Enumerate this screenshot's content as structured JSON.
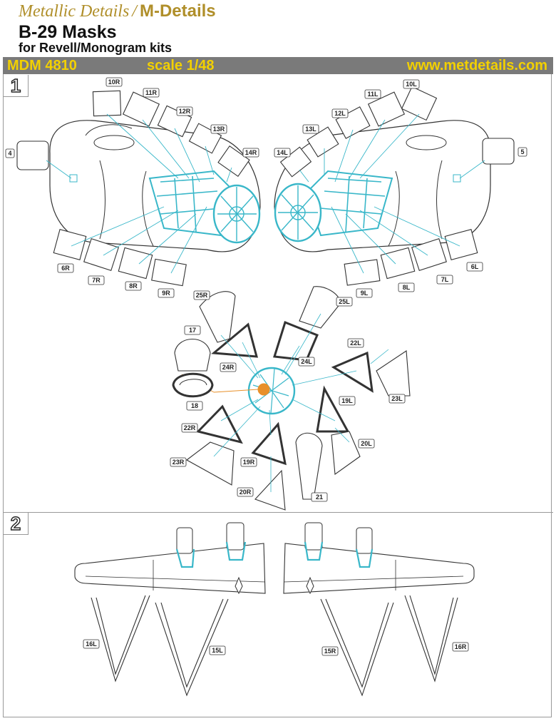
{
  "header": {
    "brand_script": "Metallic Details",
    "brand_separator": "/",
    "brand_short": "M-Details",
    "title": "B-29 Masks",
    "subtitle": "for Revell/Monogram kits"
  },
  "info_band": {
    "code": "MDM 4810",
    "scale": "scale 1/48",
    "website": "www.metdetails.com"
  },
  "sections": [
    {
      "number": "1"
    },
    {
      "number": "2"
    }
  ],
  "part_labels": {
    "p10R": "10R",
    "p11R": "11R",
    "p12R": "12R",
    "p13R": "13R",
    "p14R": "14R",
    "p10L": "10L",
    "p11L": "11L",
    "p12L": "12L",
    "p13L": "13L",
    "p14L": "14L",
    "p4": "4",
    "p5": "5",
    "p6R": "6R",
    "p7R": "7R",
    "p8R": "8R",
    "p9R": "9R",
    "p6L": "6L",
    "p7L": "7L",
    "p8L": "8L",
    "p9L": "9L",
    "p25R": "25R",
    "p24R": "24R",
    "p25L": "25L",
    "p24L": "24L",
    "p17": "17",
    "p18": "18",
    "p22L": "22L",
    "p23L": "23L",
    "p22R": "22R",
    "p23R": "23R",
    "p19L": "19L",
    "p20L": "20L",
    "p19R": "19R",
    "p20R": "20R",
    "p21": "21",
    "p16L": "16L",
    "p15L": "15L",
    "p15R": "15R",
    "p16R": "16R"
  },
  "colors": {
    "accent_teal": "#39b7c9",
    "accent_orange": "#e8902a",
    "brand_gold": "#b08f2a",
    "band_gray": "#7a7a7a",
    "band_text_yellow": "#f2d000"
  }
}
